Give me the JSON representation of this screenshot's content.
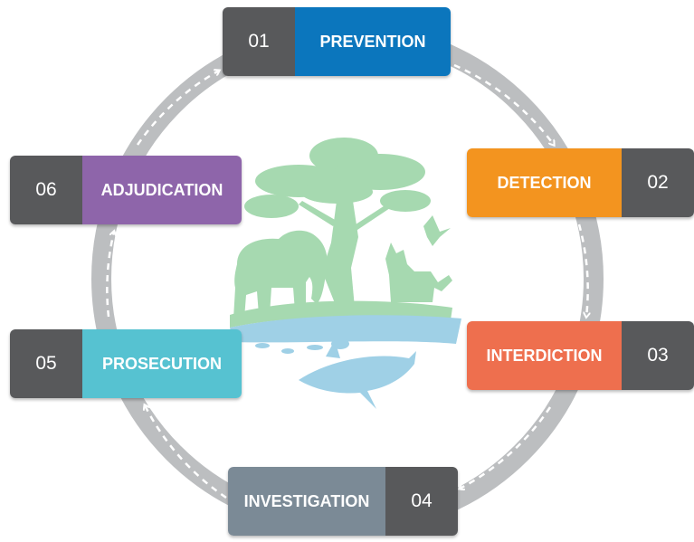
{
  "steps": [
    {
      "number": "01",
      "label": "PREVENTION",
      "color": "#0b76bd"
    },
    {
      "number": "02",
      "label": "DETECTION",
      "color": "#f3941f"
    },
    {
      "number": "03",
      "label": "INTERDICTION",
      "color": "#ee6f4e"
    },
    {
      "number": "04",
      "label": "INVESTIGATION",
      "color": "#7b8a96"
    },
    {
      "number": "05",
      "label": "PROSECUTION",
      "color": "#56c2d1"
    },
    {
      "number": "06",
      "label": "ADJUDICATION",
      "color": "#8e65aa"
    }
  ],
  "colors": {
    "ring": "#bcbec0",
    "number_box": "#58595b",
    "wildlife_green": "#a6d9b0",
    "wildlife_blue": "#9fd0e6"
  }
}
